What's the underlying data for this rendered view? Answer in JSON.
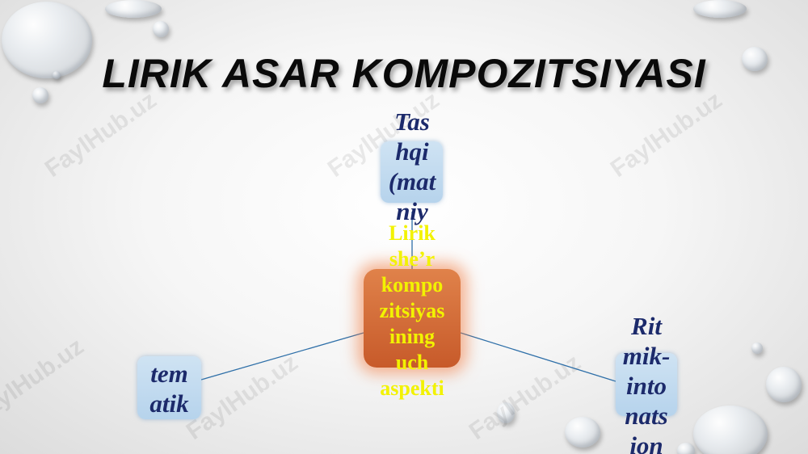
{
  "title": "LIRIK ASAR KOMPOZITSIYASI",
  "watermark": "FaylHub.uz",
  "center": {
    "lines": [
      "Lirik",
      "she’r",
      "kompo",
      "zitsiyas",
      "ining",
      "uch",
      "aspekti"
    ]
  },
  "top_node": {
    "lines": [
      "Tas",
      "hqi",
      "(mat",
      "niy"
    ]
  },
  "left_node": {
    "lines": [
      "tem",
      "atik"
    ]
  },
  "right_node": {
    "lines": [
      "Rit",
      "mik-",
      "into",
      "nats",
      "ion"
    ]
  },
  "colors": {
    "center_fill": "#d36a36",
    "center_text": "#f2f200",
    "node_fill": "#c3dcf0",
    "node_text": "#1c2a6b",
    "connector": "#2e6fa8"
  }
}
